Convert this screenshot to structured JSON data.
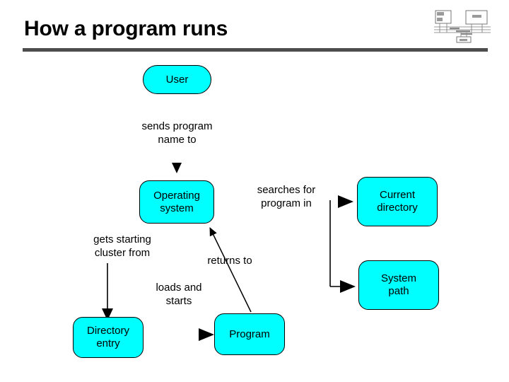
{
  "slide": {
    "title": "How a program runs",
    "rule_color": "#4d4d4d",
    "background_color": "#ffffff"
  },
  "logo": {
    "name": "computer-bus-architecture-thumbnail",
    "description": "small monochrome block diagram of CPU, memory and system bus"
  },
  "diagram": {
    "node_fill_color": "#00ffff",
    "node_border_color": "#000000",
    "nodes": [
      {
        "id": "user",
        "label": "User",
        "shape": "pill"
      },
      {
        "id": "operating_system",
        "label": "Operating\nsystem",
        "line1": "Operating",
        "line2": "system",
        "shape": "rounded"
      },
      {
        "id": "current_directory",
        "label": "Current\ndirectory",
        "line1": "Current",
        "line2": "directory",
        "shape": "rounded"
      },
      {
        "id": "system_path",
        "label": "System\npath",
        "line1": "System",
        "line2": "path",
        "shape": "rounded"
      },
      {
        "id": "directory_entry",
        "label": "Directory\nentry",
        "line1": "Directory",
        "line2": "entry",
        "shape": "rounded"
      },
      {
        "id": "program",
        "label": "Program",
        "shape": "rounded"
      }
    ],
    "edges": [
      {
        "id": "sends_program_name",
        "from": "user",
        "to": "operating_system",
        "line1": "sends program",
        "line2": "name to"
      },
      {
        "id": "searches_for_program",
        "from": "operating_system",
        "to": "current_directory",
        "line1": "searches for",
        "line2": "program in"
      },
      {
        "id": "searches_system_path",
        "from": "operating_system",
        "to": "system_path",
        "line1": "",
        "line2": ""
      },
      {
        "id": "gets_starting_cluster",
        "from": "operating_system",
        "to": "directory_entry",
        "line1": "gets starting",
        "line2": "cluster from"
      },
      {
        "id": "loads_and_starts",
        "from": "operating_system",
        "to": "program",
        "line1": "loads and",
        "line2": "starts"
      },
      {
        "id": "returns_to",
        "from": "program",
        "to": "operating_system",
        "line1": "returns to",
        "line2": ""
      }
    ]
  }
}
